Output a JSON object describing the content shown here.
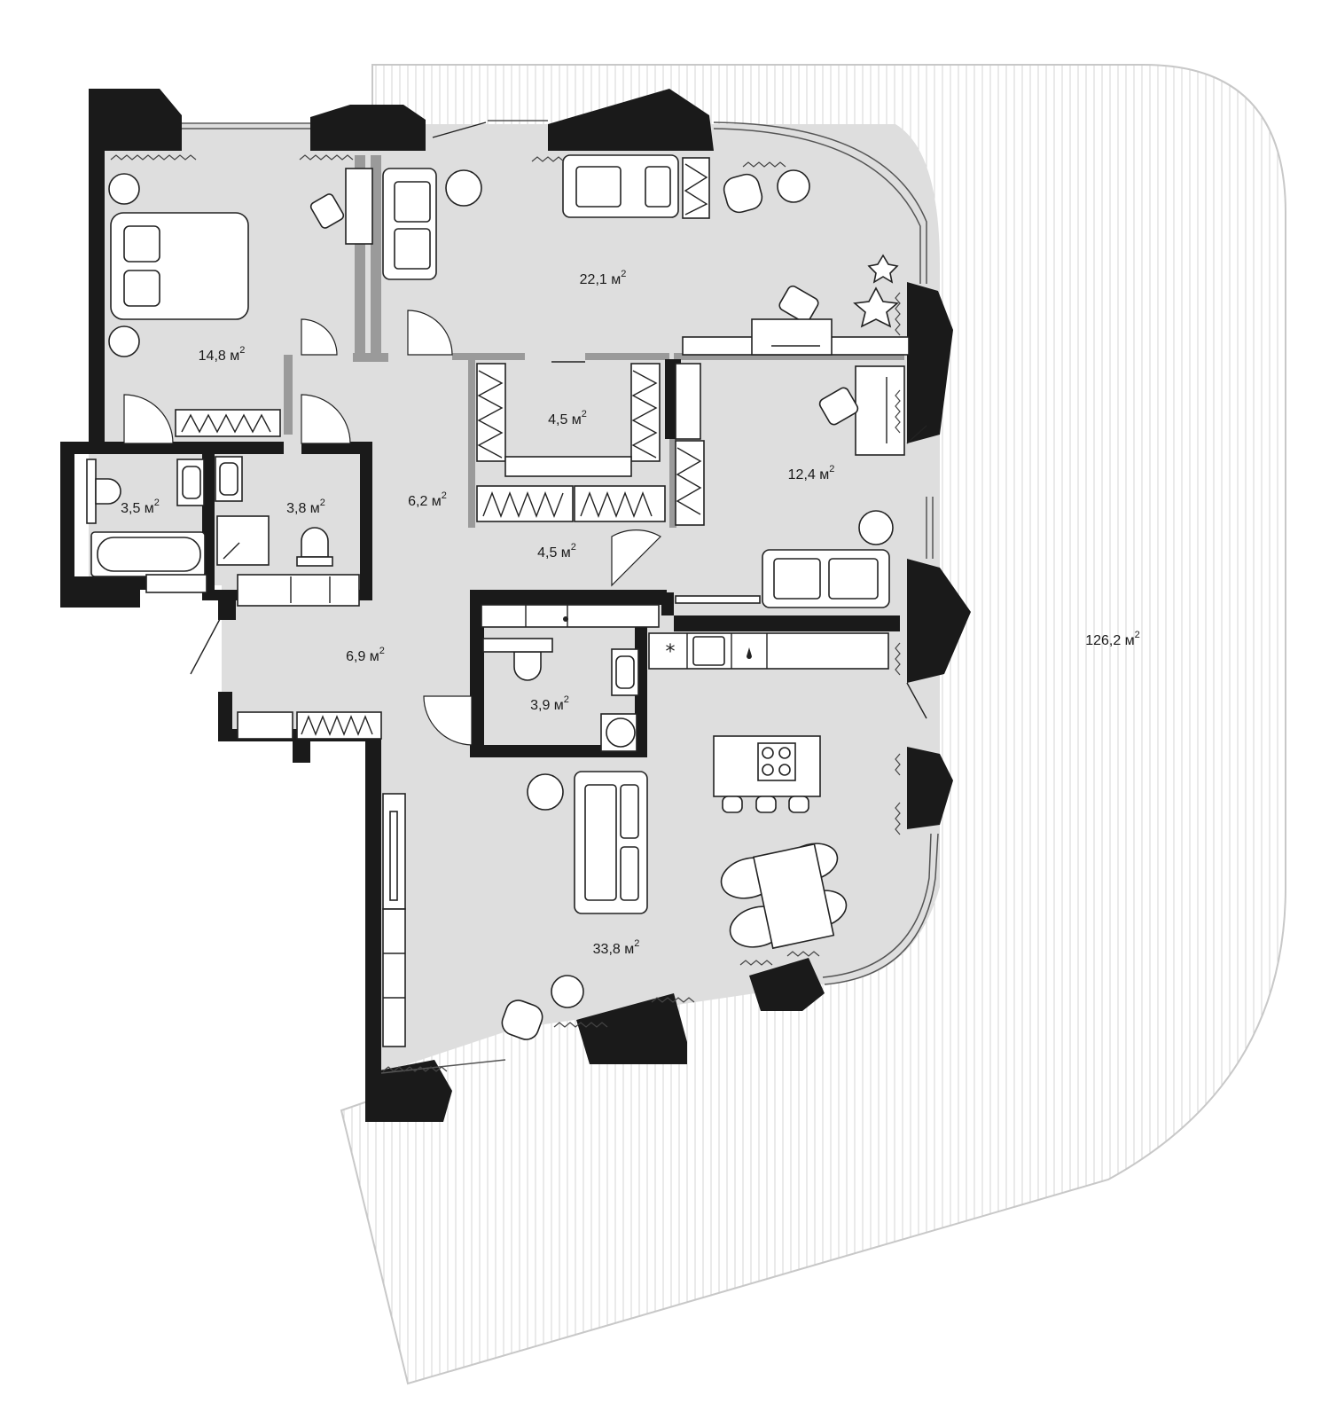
{
  "plan": {
    "rooms": [
      {
        "id": "bedroom",
        "area": "14,8 м",
        "unit_sup": "2"
      },
      {
        "id": "living-north",
        "area": "22,1 м",
        "unit_sup": "2"
      },
      {
        "id": "wardrobe-center",
        "area": "4,5 м",
        "unit_sup": "2"
      },
      {
        "id": "bathroom-1",
        "area": "3,5 м",
        "unit_sup": "2"
      },
      {
        "id": "bathroom-2",
        "area": "3,8 м",
        "unit_sup": "2"
      },
      {
        "id": "hall",
        "area": "6,2 м",
        "unit_sup": "2"
      },
      {
        "id": "office",
        "area": "12,4 м",
        "unit_sup": "2"
      },
      {
        "id": "corridor",
        "area": "4,5 м",
        "unit_sup": "2"
      },
      {
        "id": "entry",
        "area": "6,9 м",
        "unit_sup": "2"
      },
      {
        "id": "bathroom-3",
        "area": "3,9 м",
        "unit_sup": "2"
      },
      {
        "id": "living-kitchen",
        "area": "33,8 м",
        "unit_sup": "2"
      },
      {
        "id": "terrace",
        "area": "126,2 м",
        "unit_sup": "2"
      }
    ],
    "colors": {
      "floor": "#dedede",
      "wall": "#1a1a1a",
      "partition": "#9a9a9a",
      "terrace_line": "#c8c8c8"
    },
    "icons": [
      "double-bed-icon",
      "sofa-icon",
      "armchair-icon",
      "desk-icon",
      "plant-icon",
      "bathtub-icon",
      "toilet-icon",
      "sink-icon",
      "shower-icon",
      "washing-machine-icon",
      "cooktop-icon",
      "dining-table-icon",
      "kitchen-sink-icon",
      "wardrobe-icon"
    ]
  }
}
